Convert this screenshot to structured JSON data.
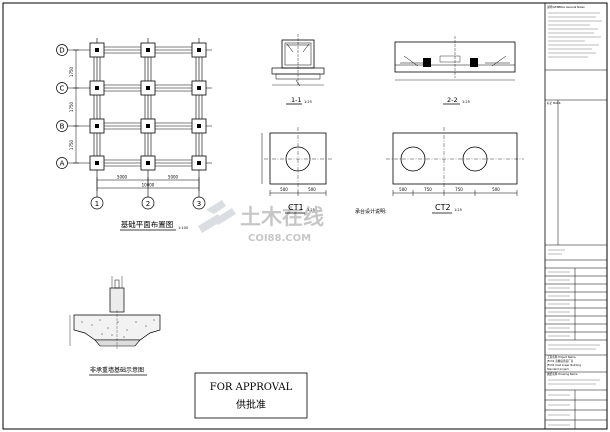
{
  "plan": {
    "title": "基础平面布置图",
    "scale": "1:100",
    "row_labels": [
      "D",
      "C",
      "B",
      "A"
    ],
    "col_labels": [
      "1",
      "2",
      "3"
    ],
    "left_dims": [
      "1750",
      "1750",
      "1750"
    ],
    "bottom_dims": [
      "5000",
      "5000"
    ],
    "bottom_total": "10000"
  },
  "section_1": {
    "label": "1-1",
    "scale": "1:25"
  },
  "section_2": {
    "label": "2-2",
    "scale": "1:25"
  },
  "ct1": {
    "label": "CT1",
    "scale": "1:25",
    "dims": [
      "500",
      "500"
    ]
  },
  "ct2": {
    "label": "CT2",
    "scale": "1:25",
    "dims": [
      "500",
      "750",
      "750",
      "500"
    ]
  },
  "notes_heading": "承台设计说明:",
  "wall_detail_title": "非承重墙基础示意图",
  "approval": {
    "en": "FOR APPROVAL",
    "cn": "供批准"
  },
  "watermark": {
    "cn": "土木在线",
    "en": "COI88.COM"
  },
  "titleblock": {
    "notes_header": "说明/GENERAL General Notes",
    "mark_header": "标记 MARK",
    "project_header": "工程名称 Project Name",
    "drawing_header": "图纸名称 Drawing Name",
    "project_line_1": "JFC01 高精度铸造厂房",
    "project_line_2": "JFC01 Cast Lower Building",
    "project_line_3": "Standard project"
  }
}
